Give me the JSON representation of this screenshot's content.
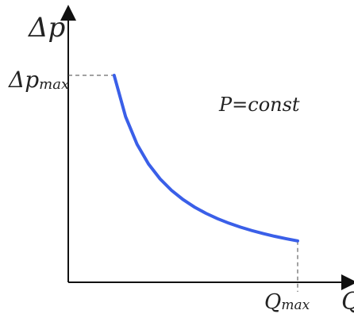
{
  "chart_data": {
    "type": "line",
    "title": "",
    "xlabel": "Q",
    "ylabel": "Δp",
    "annotation": "P=const",
    "ticks": {
      "y_marker": {
        "base": "Δp",
        "sub": "max"
      },
      "x_marker": {
        "base": "Q",
        "sub": "max"
      }
    },
    "series": [
      {
        "values_description": "P=const curve",
        "x": [
          0.2,
          0.25,
          0.3,
          0.35,
          0.4,
          0.45,
          0.5,
          0.55,
          0.6,
          0.65,
          0.7,
          0.75,
          0.8,
          0.85,
          0.9,
          0.95,
          1.0
        ],
        "y": [
          1.0,
          0.8,
          0.6667,
          0.5714,
          0.5,
          0.4444,
          0.4,
          0.3636,
          0.3333,
          0.3077,
          0.2857,
          0.2667,
          0.25,
          0.2353,
          0.2222,
          0.2105,
          0.2
        ]
      }
    ],
    "xlim": [
      0,
      1.0
    ],
    "ylim": [
      0,
      1.0
    ],
    "grid": false,
    "line_color": "#3a5fe8",
    "axis_color": "#111111"
  }
}
